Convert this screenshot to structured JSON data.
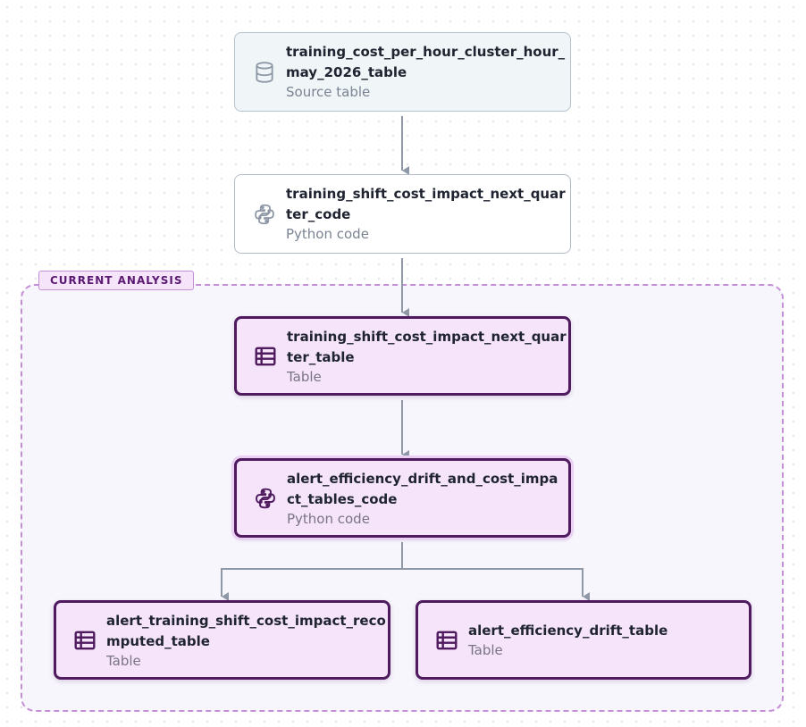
{
  "group": {
    "label": "CURRENT ANALYSIS"
  },
  "nodes": [
    {
      "id": "n1",
      "kind": "source-table",
      "icon": "database-icon",
      "title_lines": [
        "training_cost_per_hour_cluster_hour_",
        "may_2026_table"
      ],
      "subtitle": "Source table"
    },
    {
      "id": "n2",
      "kind": "python-code",
      "icon": "python-icon",
      "title_lines": [
        "training_shift_cost_impact_next_quar",
        "ter_code"
      ],
      "subtitle": "Python code"
    },
    {
      "id": "n3",
      "kind": "table",
      "icon": "table-icon",
      "title_lines": [
        "training_shift_cost_impact_next_quar",
        "ter_table"
      ],
      "subtitle": "Table"
    },
    {
      "id": "n4",
      "kind": "python-code",
      "icon": "python-icon",
      "title_lines": [
        "alert_efficiency_drift_and_cost_impa",
        "ct_tables_code"
      ],
      "subtitle": "Python code"
    },
    {
      "id": "n5",
      "kind": "table",
      "icon": "table-icon",
      "title_lines": [
        "alert_training_shift_cost_impact_reco",
        "mputed_table"
      ],
      "subtitle": "Table"
    },
    {
      "id": "n6",
      "kind": "table",
      "icon": "table-icon",
      "title_lines": [
        "alert_efficiency_drift_table"
      ],
      "subtitle": "Table"
    }
  ],
  "edges": [
    {
      "from": "n1",
      "to": "n2"
    },
    {
      "from": "n2",
      "to": "n3"
    },
    {
      "from": "n3",
      "to": "n4"
    },
    {
      "from": "n4",
      "to": "n5"
    },
    {
      "from": "n4",
      "to": "n6"
    }
  ],
  "colors": {
    "edge": "#8f98a6",
    "group_border": "#c58fd6",
    "node_accent": "#4f1a5e",
    "node_fill": "#f5e4fa"
  }
}
